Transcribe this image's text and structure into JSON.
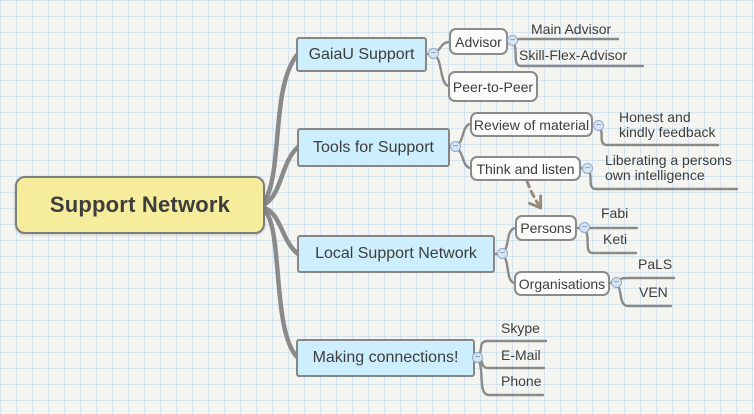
{
  "ui": {
    "collapse_glyph": "−",
    "collapse_icon_meaning": "collapse-branch-minus"
  },
  "colors": {
    "canvas_bg": "#f4f4f1",
    "grid_line": "#aacde6",
    "root_fill": "#f5ec9c",
    "branch_fill": "#cdeefc",
    "node_border": "#868686",
    "wire": "#8a8a8a",
    "text": "#3d3d3d",
    "relationship_arrow": "#97897b",
    "collapse_fill": "#d7e4f4",
    "collapse_border": "#8fa9cc"
  },
  "mindmap": {
    "root": {
      "label": "Support Network"
    },
    "branches": [
      {
        "label": "GaiaU Support",
        "children": [
          {
            "label": "Advisor",
            "children": [
              {
                "label": "Main Advisor"
              },
              {
                "label": "Skill-Flex-Advisor"
              }
            ]
          },
          {
            "label": "Peer-to-Peer"
          }
        ]
      },
      {
        "label": "Tools for Support",
        "children": [
          {
            "label": "Review of material",
            "children": [
              {
                "label": "Honest and kindly feedback"
              }
            ]
          },
          {
            "label": "Think and listen",
            "children": [
              {
                "label": "Liberating a persons own intelligence"
              }
            ]
          }
        ]
      },
      {
        "label": "Local Support Network",
        "children": [
          {
            "label": "Persons",
            "children": [
              {
                "label": "Fabi"
              },
              {
                "label": "Keti"
              }
            ]
          },
          {
            "label": "Organisations",
            "children": [
              {
                "label": "PaLS"
              },
              {
                "label": "VEN"
              }
            ]
          }
        ]
      },
      {
        "label": "Making connections!",
        "children": [
          {
            "label": "Skype"
          },
          {
            "label": "E-Mail"
          },
          {
            "label": "Phone"
          }
        ]
      }
    ],
    "relationship": {
      "from": "Think and listen",
      "to": "Persons",
      "style": "dashed-arrow"
    }
  }
}
